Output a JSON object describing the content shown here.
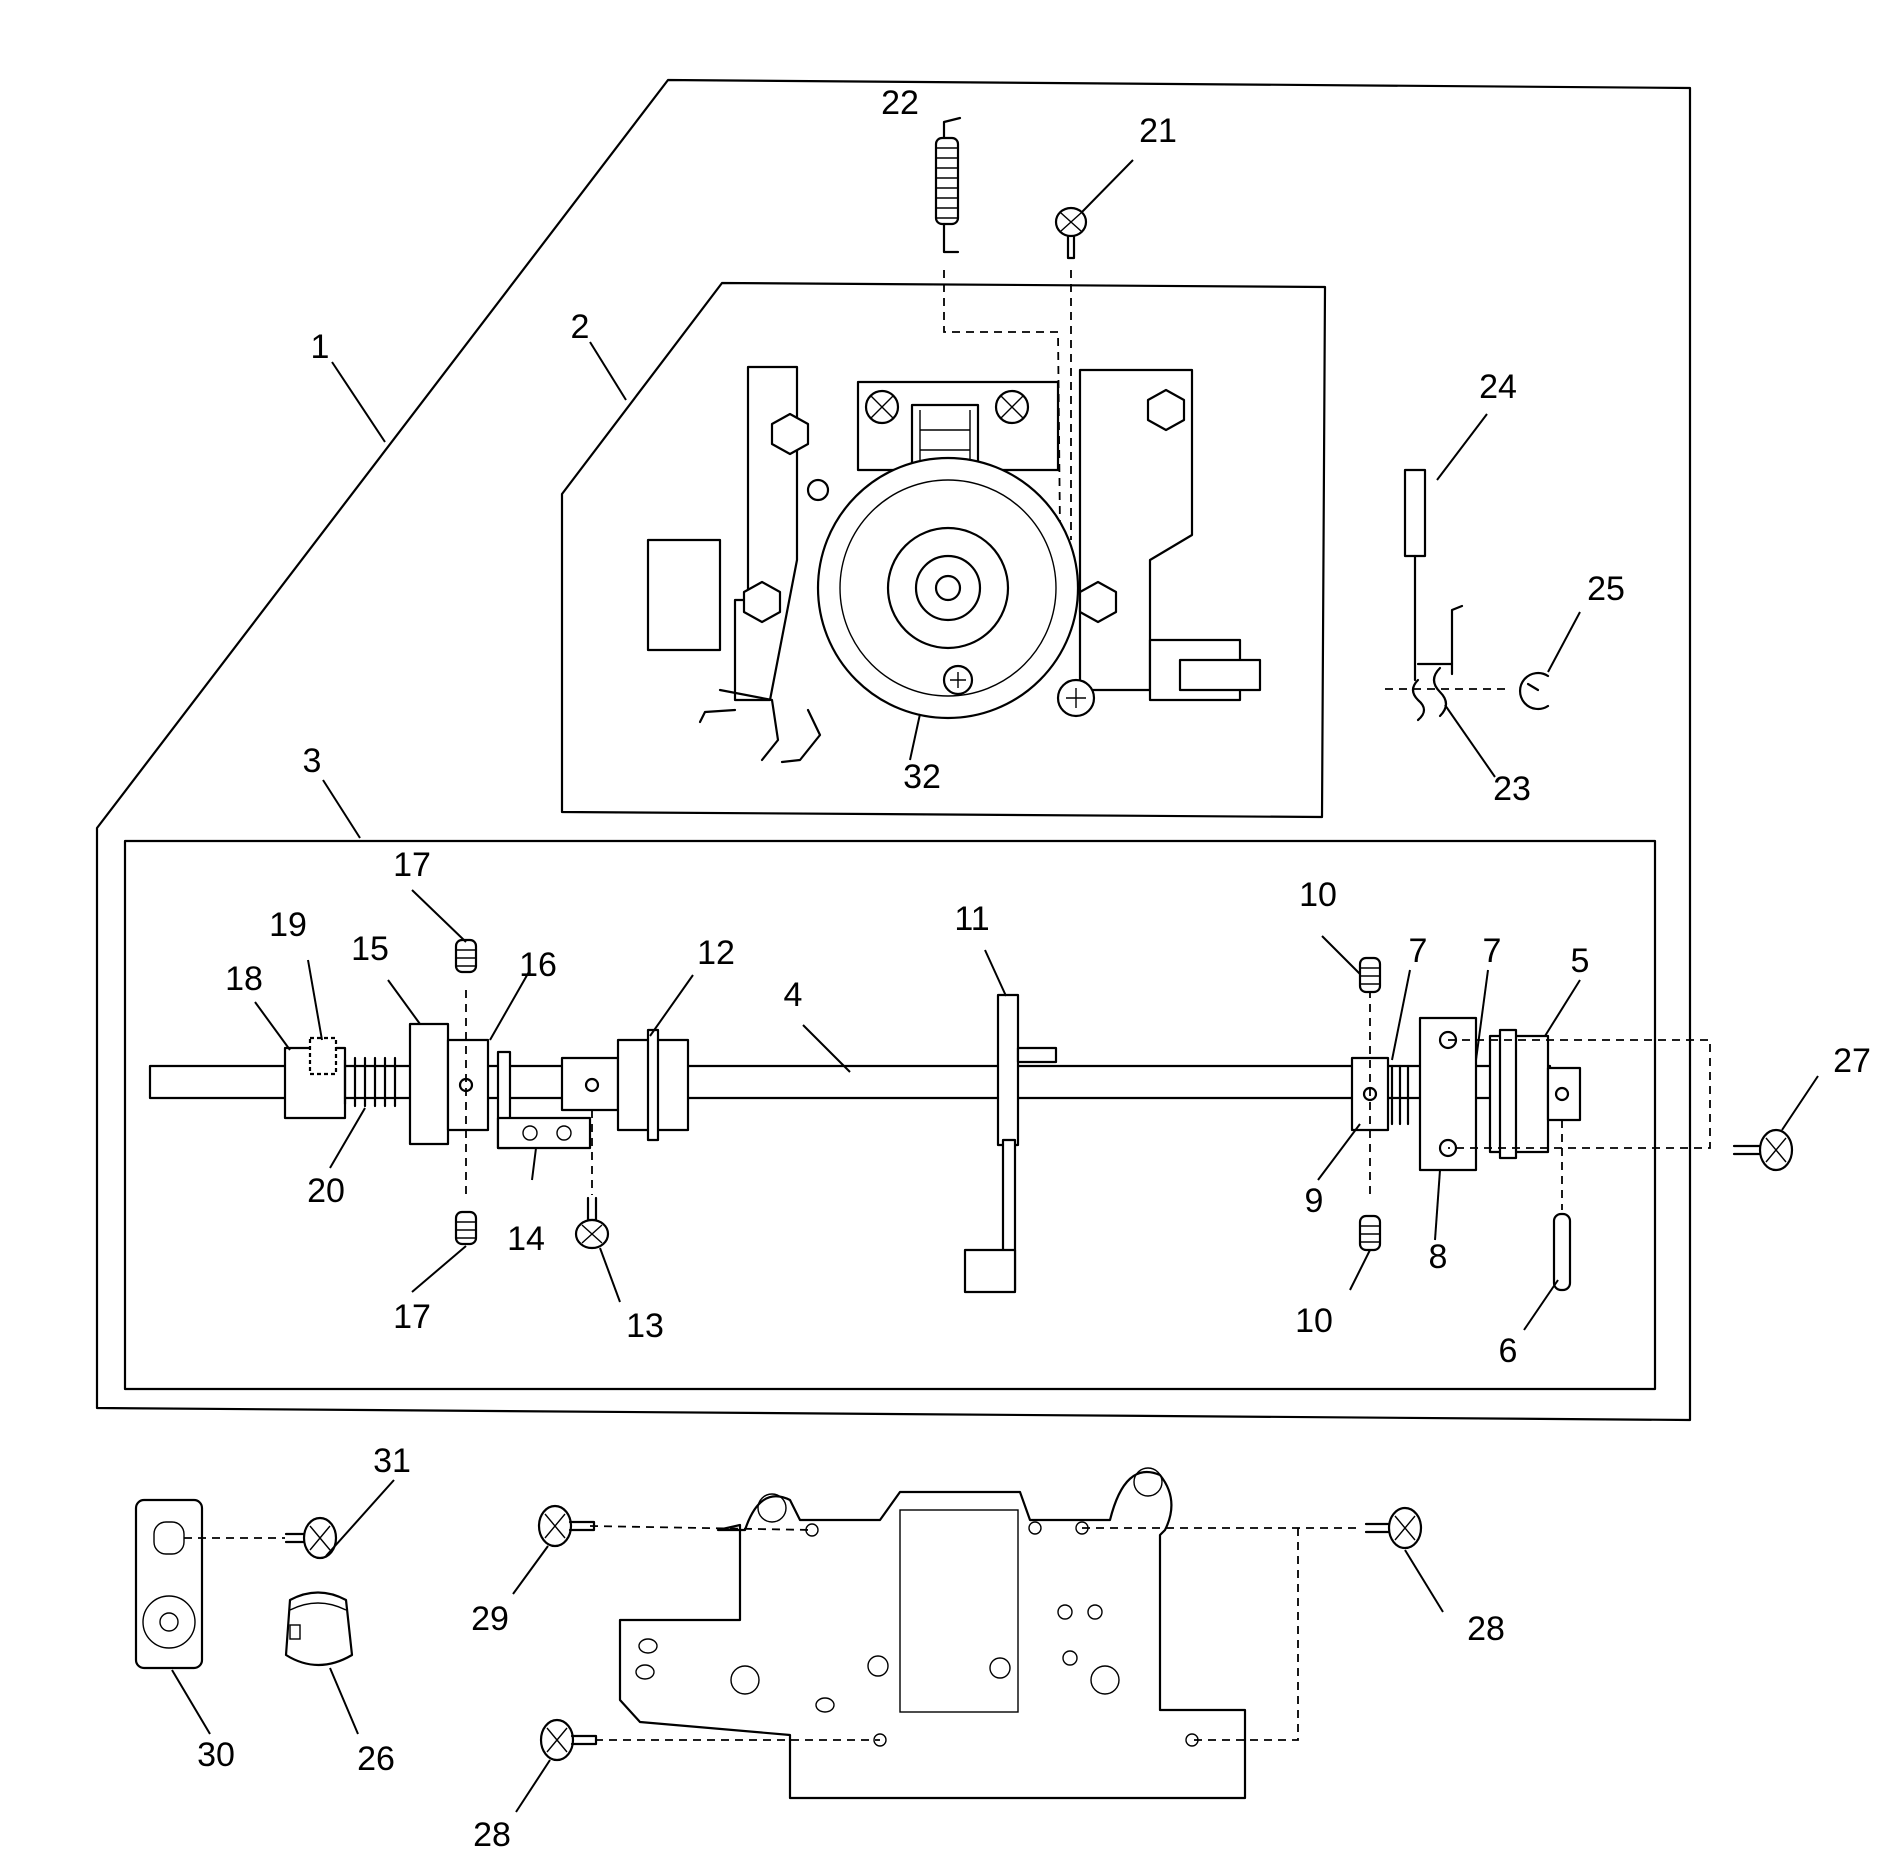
{
  "part_numbers": {
    "n1": "1",
    "n2": "2",
    "n3": "3",
    "n4": "4",
    "n5": "5",
    "n6": "6",
    "n7a": "7",
    "n7b": "7",
    "n8": "8",
    "n9": "9",
    "n10a": "10",
    "n10b": "10",
    "n11": "11",
    "n12": "12",
    "n13": "13",
    "n14": "14",
    "n15": "15",
    "n16": "16",
    "n17a": "17",
    "n17b": "17",
    "n18": "18",
    "n19": "19",
    "n20": "20",
    "n21": "21",
    "n22": "22",
    "n23": "23",
    "n24": "24",
    "n25": "25",
    "n26": "26",
    "n27": "27",
    "n28a": "28",
    "n28b": "28",
    "n29": "29",
    "n30": "30",
    "n31": "31",
    "n32": "32"
  }
}
